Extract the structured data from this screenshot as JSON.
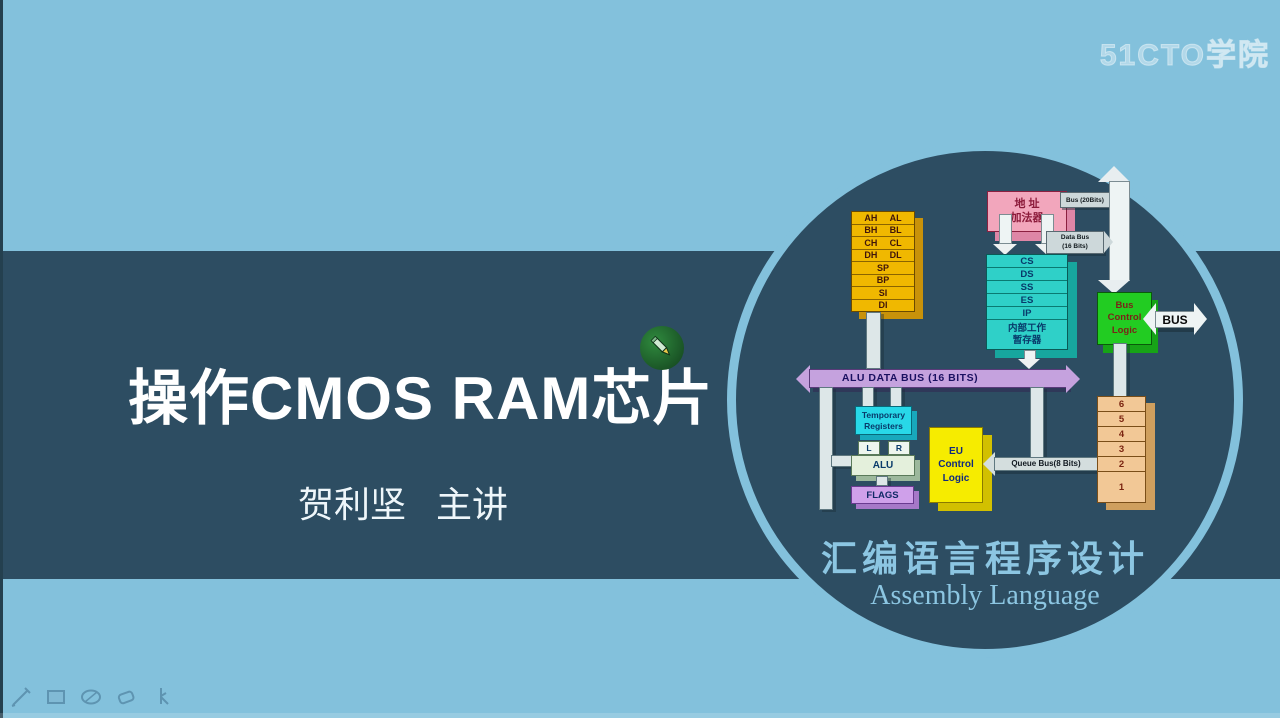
{
  "page": {
    "watermark": "51CTO学院",
    "title": "操作CMOS RAM芯片",
    "subtitle": "贺利坚   主讲"
  },
  "badge": {
    "footer_cn": "汇编语言程序设计",
    "footer_en": "Assembly Language"
  },
  "diagram": {
    "general_registers": {
      "pairs": [
        [
          "AH",
          "AL"
        ],
        [
          "BH",
          "BL"
        ],
        [
          "CH",
          "CL"
        ],
        [
          "DH",
          "DL"
        ]
      ],
      "singles": [
        "SP",
        "BP",
        "SI",
        "DI"
      ]
    },
    "address_adder": {
      "line1": "地  址",
      "line2": "加法器"
    },
    "bus20_label": "Bus (20Bits)",
    "data_bus_label": {
      "line1": "Data Bus",
      "line2": "(16 Bits)"
    },
    "segment_registers": [
      "CS",
      "DS",
      "SS",
      "ES",
      "IP"
    ],
    "internal_regs": {
      "line1": "内部工作",
      "line2": "暂存器"
    },
    "bus_control": {
      "line1": "Bus",
      "line2": "Control",
      "line3": "Logic"
    },
    "bus_arrow_label": "BUS",
    "alu_data_bus_label": "ALU DATA BUS (16 BITS)",
    "temp_registers": {
      "line1": "Temporary",
      "line2": "Registers"
    },
    "latch_l": "L",
    "latch_r": "R",
    "alu_label": "ALU",
    "flags_label": "FLAGS",
    "eu_control": {
      "line1": "EU",
      "line2": "Control",
      "line3": "Logic"
    },
    "queue_bus_label": "Queue  Bus(8 Bits)",
    "queue": {
      "slots": [
        "6",
        "5",
        "4",
        "3",
        "2",
        "1"
      ]
    }
  },
  "toolbar": {
    "tools": [
      "pen",
      "rectangle",
      "ellipse",
      "eraser",
      "cursor"
    ]
  },
  "colors": {
    "background": "#83c1dc",
    "panel": "#2d4d62",
    "title_text": "#ffffff",
    "footer_text": "#8cc6e2",
    "register_yellow": "#f0b800",
    "adder_pink": "#f2a6bc",
    "segment_cyan": "#2fd0c8",
    "bus_control_green": "#22cc22",
    "alu_bus_purple": "#c5a2de",
    "temp_cyan": "#28d8e8",
    "flags_purple": "#cfa0ea",
    "eu_yellow": "#f6ec00",
    "queue_tan": "#f2c896"
  }
}
